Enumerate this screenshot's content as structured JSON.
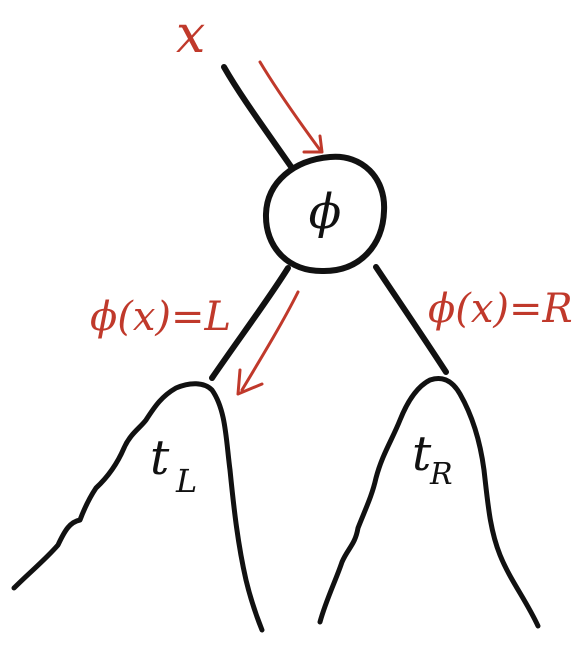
{
  "colors": {
    "ink": "#111111",
    "annotation": "#c0392b",
    "background": "#ffffff"
  },
  "input": {
    "label": "x"
  },
  "node": {
    "label": "ϕ"
  },
  "branches": {
    "left": {
      "condition": "ϕ(x)=L",
      "subtree_label": "t",
      "subtree_subscript": "L"
    },
    "right": {
      "condition": "ϕ(x)=R",
      "subtree_label": "t",
      "subtree_subscript": "R"
    }
  }
}
